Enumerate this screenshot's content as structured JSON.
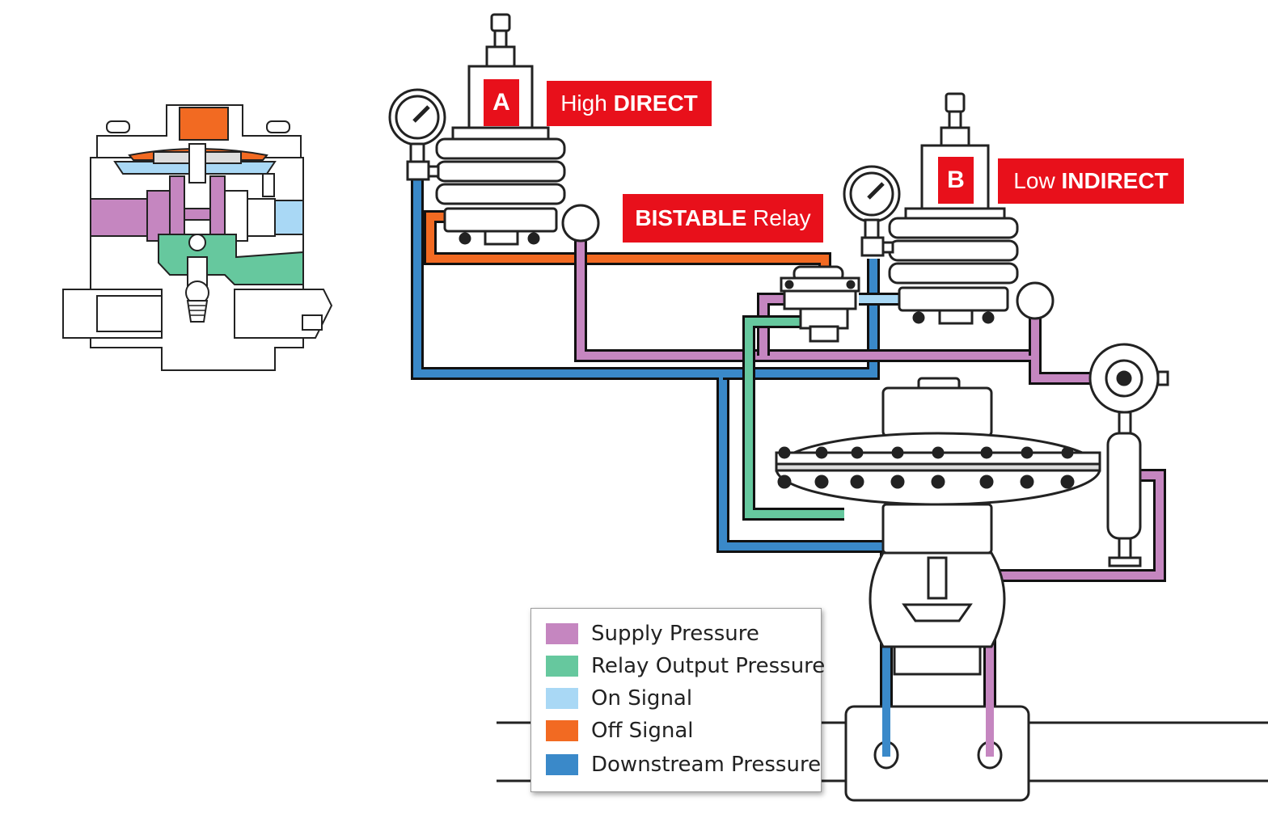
{
  "colors": {
    "supply": "#c586c0",
    "relay_output": "#66c89e",
    "on_signal": "#a9d8f5",
    "off_signal": "#f26a22",
    "downstream": "#3a89c9",
    "tag_red": "#e8101b"
  },
  "labels": {
    "pilot_a_letter": "A",
    "pilot_a_light": "High ",
    "pilot_a_bold": "DIRECT",
    "pilot_b_letter": "B",
    "pilot_b_light": "Low ",
    "pilot_b_bold": "INDIRECT",
    "relay_bold": "BISTABLE",
    "relay_light": " Relay"
  },
  "legend": {
    "items": [
      {
        "label": "Supply Pressure",
        "color": "#c586c0"
      },
      {
        "label": "Relay Output Pressure",
        "color": "#66c89e"
      },
      {
        "label": "On Signal",
        "color": "#a9d8f5"
      },
      {
        "label": "Off Signal",
        "color": "#f26a22"
      },
      {
        "label": "Downstream Pressure",
        "color": "#3a89c9"
      }
    ]
  }
}
